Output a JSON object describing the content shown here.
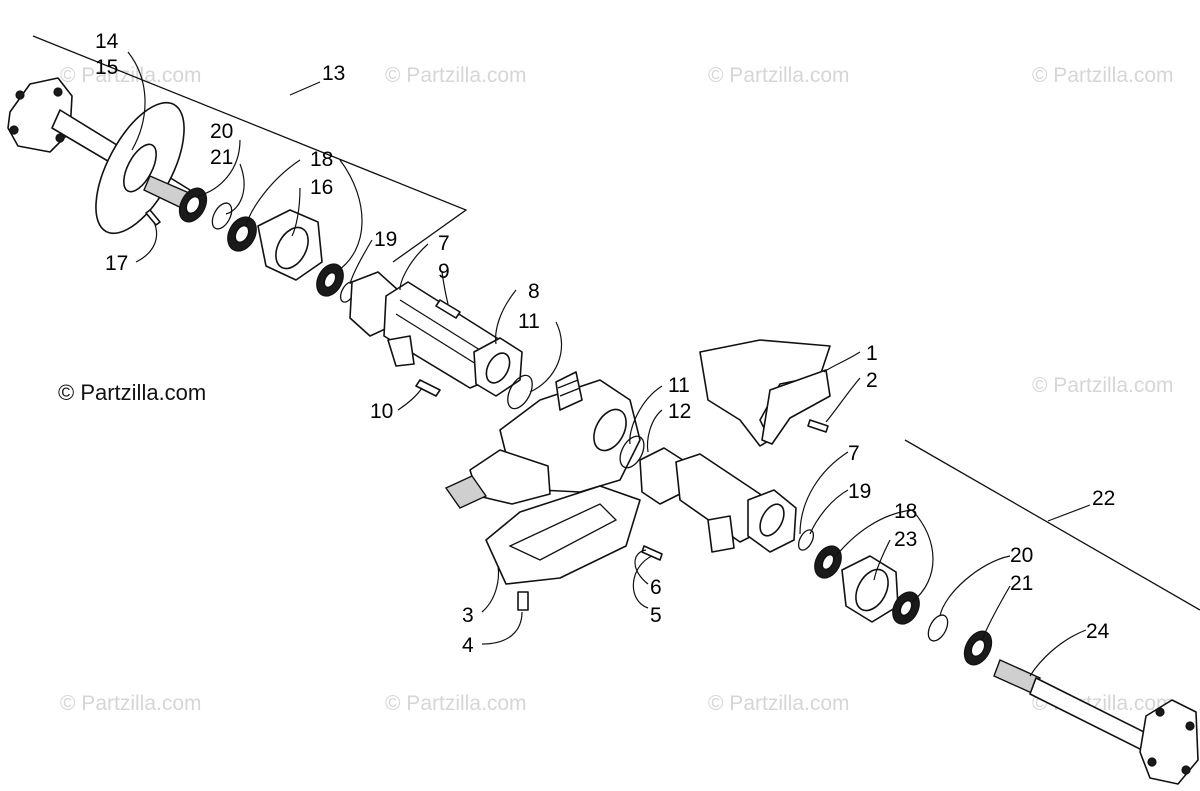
{
  "watermark": {
    "text": "© Partzilla.com",
    "positions_count": 9
  },
  "credit_text": "© Partzilla.com",
  "callouts": {
    "c14": "14",
    "c15": "15",
    "c13": "13",
    "c20a": "20",
    "c21a": "21",
    "c18a": "18",
    "c16": "16",
    "c17": "17",
    "c19a": "19",
    "c7a": "7",
    "c9": "9",
    "c8": "8",
    "c11a": "11",
    "c10": "10",
    "c1": "1",
    "c2": "2",
    "c11b": "11",
    "c12": "12",
    "c7b": "7",
    "c19b": "19",
    "c22": "22",
    "c18b": "18",
    "c23": "23",
    "c20b": "20",
    "c21b": "21",
    "c24": "24",
    "c6": "6",
    "c5": "5",
    "c3": "3",
    "c4": "4"
  }
}
